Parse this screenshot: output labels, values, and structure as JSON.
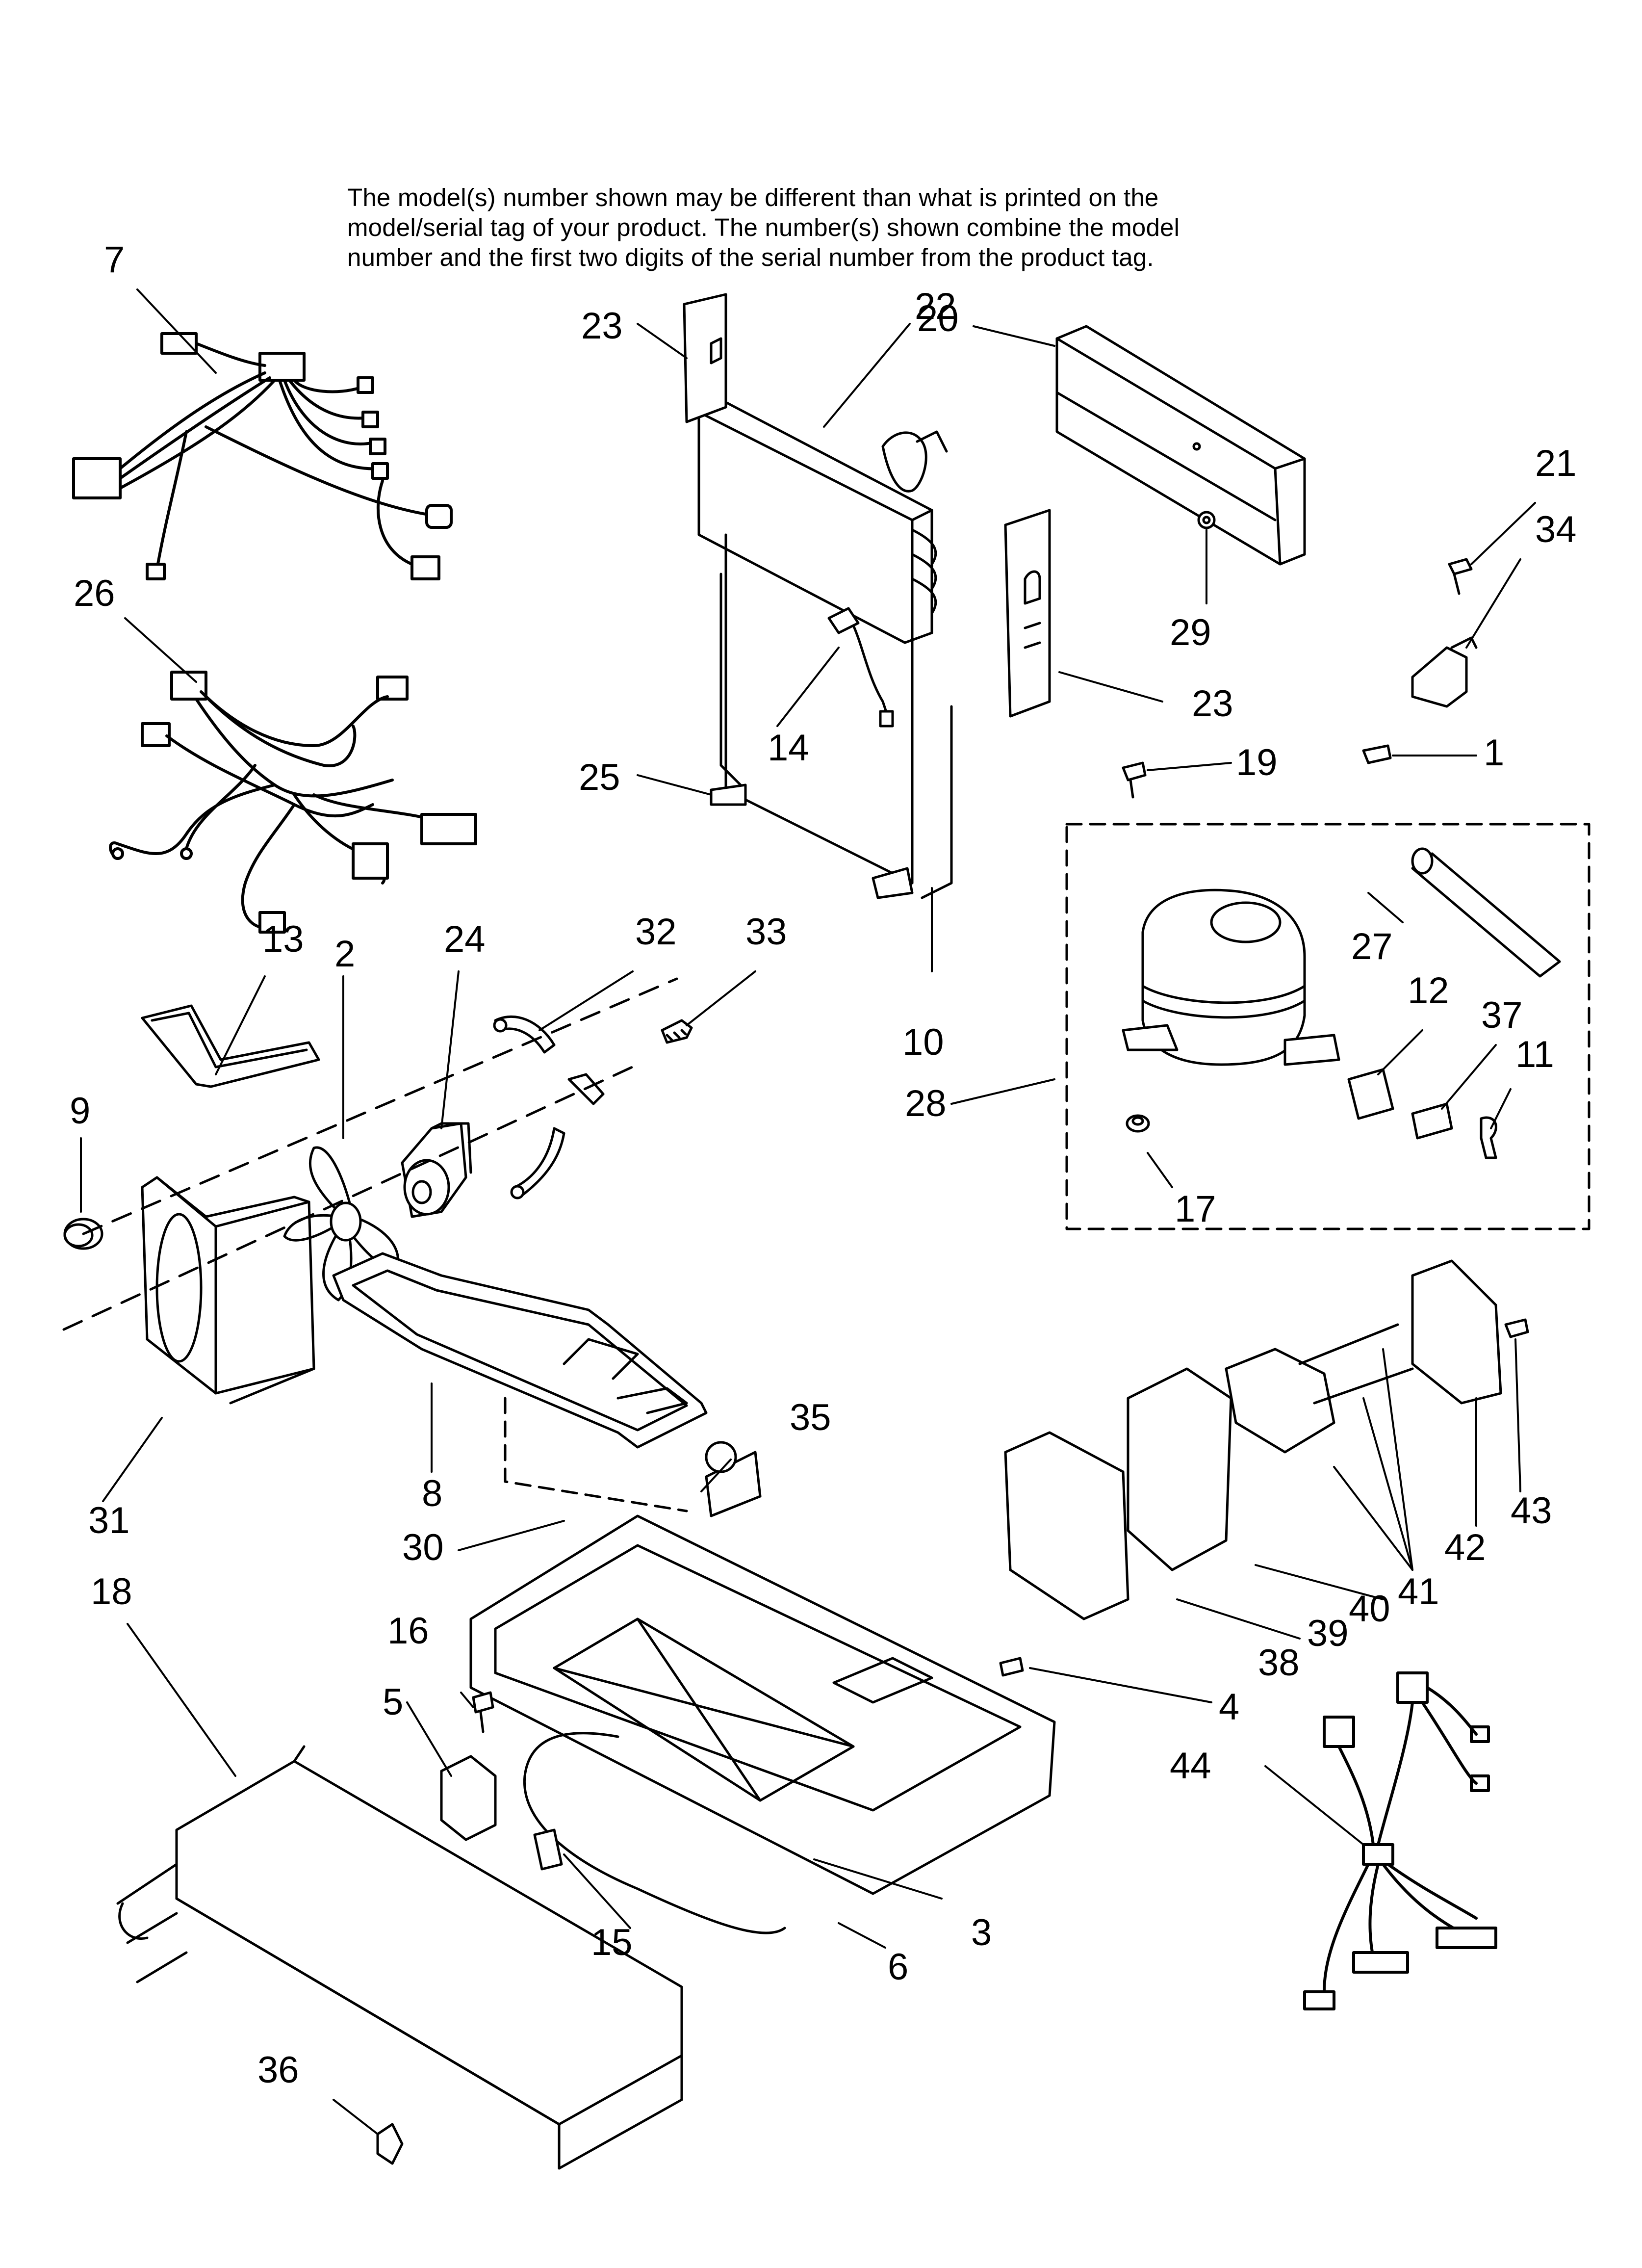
{
  "note": {
    "lines": [
      "The model(s) number shown may be different than what is printed on the",
      "model/serial tag of your product. The number(s) shown combine the model",
      "number and the first two digits of the serial number from the product tag."
    ]
  },
  "callouts": [
    "1",
    "2",
    "3",
    "4",
    "5",
    "6",
    "7",
    "8",
    "9",
    "10",
    "11",
    "12",
    "13",
    "14",
    "15",
    "16",
    "17",
    "18",
    "19",
    "20",
    "21",
    "22",
    "23",
    "23",
    "24",
    "25",
    "26",
    "27",
    "28",
    "29",
    "30",
    "31",
    "32",
    "33",
    "34",
    "35",
    "36",
    "37",
    "38",
    "39",
    "40",
    "41",
    "42",
    "43",
    "44"
  ],
  "colors": {
    "ink": "#000000",
    "paper": "#ffffff"
  }
}
